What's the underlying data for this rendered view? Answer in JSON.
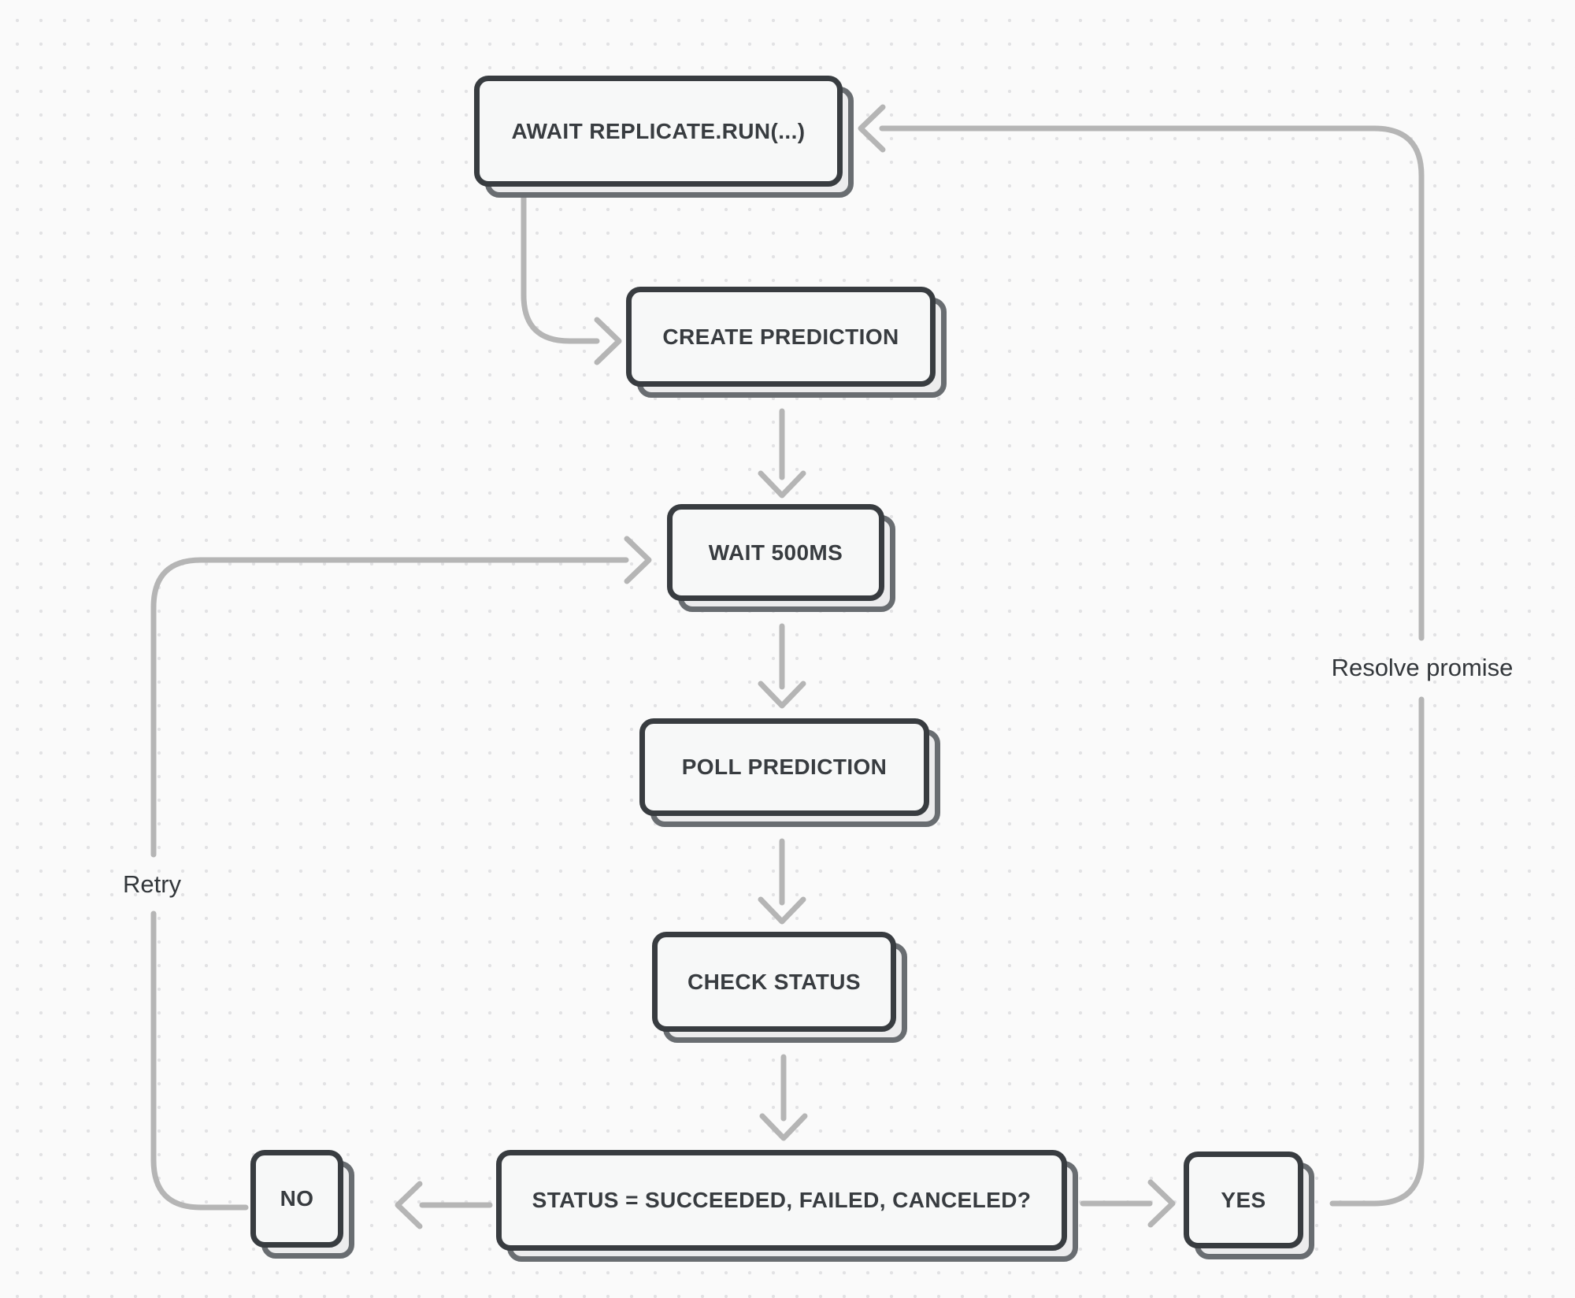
{
  "diagram": {
    "title": "replicate.run polling flowchart",
    "nodes": {
      "await_run": {
        "label": "AWAIT REPLICATE.RUN(...)"
      },
      "create_prediction": {
        "label": "CREATE PREDICTION"
      },
      "wait_500ms": {
        "label": "WAIT 500MS"
      },
      "poll_prediction": {
        "label": "POLL PREDICTION"
      },
      "check_status": {
        "label": "CHECK STATUS"
      },
      "status_question": {
        "label": "STATUS = SUCCEEDED, FAILED, CANCELED?"
      },
      "no": {
        "label": "NO"
      },
      "yes": {
        "label": "YES"
      }
    },
    "edge_labels": {
      "retry": "Retry",
      "resolve_promise": "Resolve promise"
    },
    "colors": {
      "background": "#fafafa",
      "dot_grid": "#e2e2e4",
      "node_border": "#383c40",
      "node_fill": "#f7f8f8",
      "node_shadow_border": "#696d71",
      "node_shadow_fill": "#ececed",
      "connector": "#b5b5b5",
      "label_text": "#33373b"
    }
  }
}
